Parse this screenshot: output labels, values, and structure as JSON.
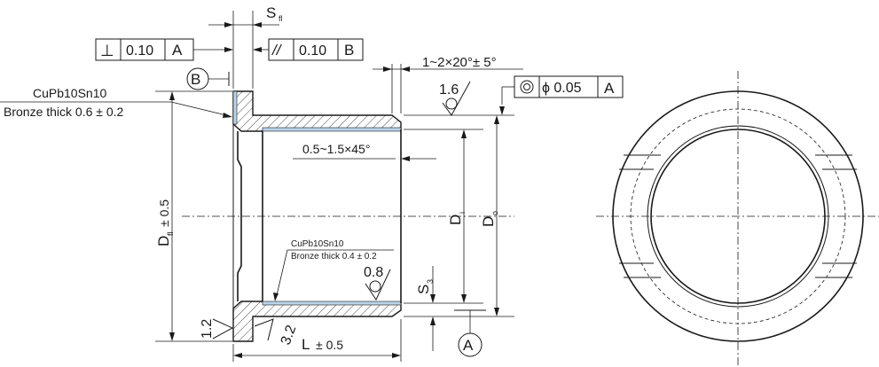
{
  "colors": {
    "line": "#1a1a1a",
    "bronze_layer": "#b9d3e8",
    "background": "#ffffff"
  },
  "dimensions": {
    "s_fl": "S",
    "s_fl_sub": "fl",
    "chamfer_outer": "1~2×20°± 5°",
    "chamfer_inner": "0.5~1.5×45°",
    "d_fl": "D",
    "d_fl_sub": "fl",
    "d_fl_tol": "± 0.5",
    "d_i": "D",
    "d_i_sub": "i",
    "d_o": "D",
    "d_o_sub": "o",
    "s3": "S",
    "s3_sub": "3",
    "length": "L",
    "length_tol": "± 0.5"
  },
  "tolerances": {
    "perpendicularity": {
      "symbol": "⊥",
      "value": "0.10",
      "datum": "A"
    },
    "parallelism": {
      "symbol": "//",
      "value": "0.10",
      "datum": "B"
    },
    "concentricity": {
      "symbol": "◎",
      "value": "ϕ 0.05",
      "datum": "A"
    }
  },
  "datums": {
    "a": "A",
    "b": "B"
  },
  "surface_finish": {
    "outer": "1.6",
    "inner": "0.8",
    "flange_face": "1.2",
    "flange_back": "3.2"
  },
  "material_notes": {
    "outer_line1": "CuPb10Sn10",
    "outer_line2": "Bronze thick 0.6 ± 0.2",
    "inner_line1": "CuPb10Sn10",
    "inner_line2": "Bronze thick 0.4 ± 0.2"
  }
}
